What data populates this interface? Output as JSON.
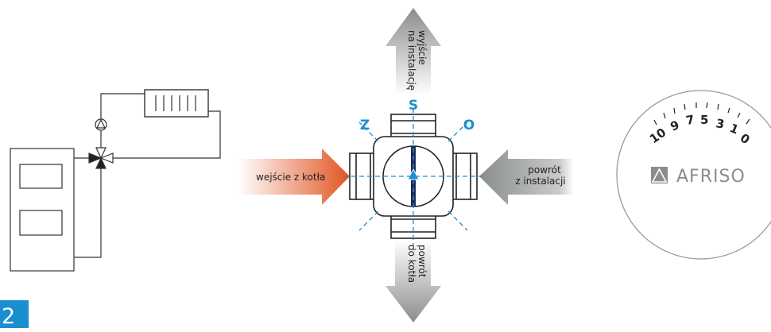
{
  "figure_number": "2",
  "valve_diagram": {
    "arrow_top_label": [
      "wyjście",
      "na instalację"
    ],
    "arrow_bottom_label": [
      "powrót",
      "do kotła"
    ],
    "arrow_left_label": "wejście z kotła",
    "arrow_right_label": [
      "powrót",
      "z instalacji"
    ],
    "port_letters": {
      "top": "S",
      "left": "Z",
      "right": "O"
    }
  },
  "dial": {
    "scale_numbers": [
      "10",
      "9",
      "7",
      "5",
      "3",
      "1",
      "0"
    ],
    "brand": "AFRISO"
  },
  "colors": {
    "accent_blue": "#1a8fd0",
    "arrow_orange": "#e8602c",
    "arrow_gray": "#8f9193",
    "line": "#333333"
  }
}
